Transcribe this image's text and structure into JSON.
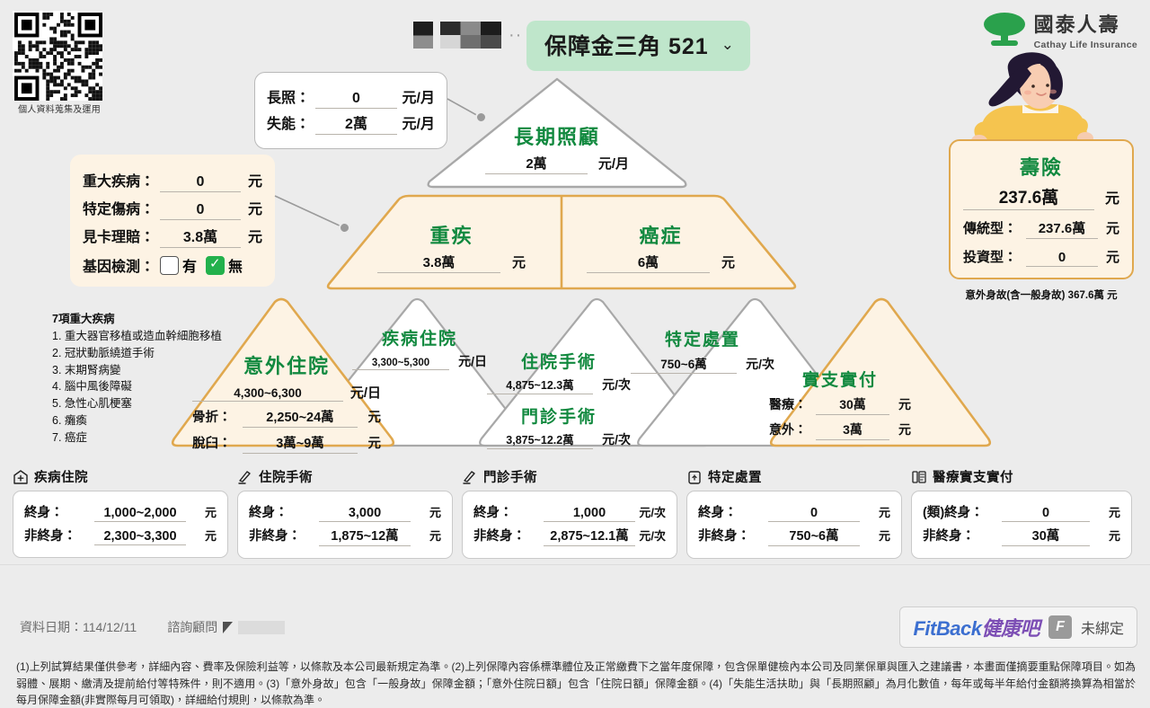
{
  "header": {
    "qr_caption": "個人資料蒐集及運用",
    "title": "保障金三角 521",
    "chevron": "⌄",
    "brand_cn": "國泰人壽",
    "brand_en": "Cathay Life Insurance"
  },
  "ltc_box": {
    "rows": [
      {
        "label": "長照：",
        "value": "0",
        "unit": "元/月"
      },
      {
        "label": "失能：",
        "value": "2萬",
        "unit": "元/月"
      }
    ]
  },
  "ci_box": {
    "rows": [
      {
        "label": "重大疾病：",
        "value": "0",
        "unit": "元"
      },
      {
        "label": "特定傷病：",
        "value": "0",
        "unit": "元"
      },
      {
        "label": "見卡理賠：",
        "value": "3.8萬",
        "unit": "元"
      }
    ],
    "checkbox_label": "基因檢測：",
    "option_yes": "有",
    "option_no": "無",
    "yes_checked": false,
    "no_checked": true
  },
  "ci_list": {
    "title": "7項重大疾病",
    "items": [
      "1. 重大器官移植或造血幹細胞移植",
      "2. 冠狀動脈繞道手術",
      "3. 末期腎病變",
      "4. 腦中風後障礙",
      "5. 急性心肌梗塞",
      "6. 癱瘓",
      "7. 癌症"
    ]
  },
  "life_box": {
    "title": "壽險",
    "total_value": "237.6萬",
    "total_unit": "元",
    "rows": [
      {
        "label": "傳統型：",
        "value": "237.6萬",
        "unit": "元"
      },
      {
        "label": "投資型：",
        "value": "0",
        "unit": "元"
      }
    ],
    "note": "意外身故(含一般身故) 367.6萬 元"
  },
  "pyramid": {
    "apex": {
      "label": "長期照顧",
      "value": "2萬",
      "unit": "元/月"
    },
    "mid_left": {
      "label": "重疾",
      "value": "3.8萬",
      "unit": "元"
    },
    "mid_right": {
      "label": "癌症",
      "value": "6萬",
      "unit": "元"
    },
    "accident_hosp": {
      "label": "意外住院",
      "value": "4,300~6,300",
      "unit": "元/日",
      "rows": [
        {
          "label": "骨折：",
          "value": "2,250~24萬",
          "unit": "元"
        },
        {
          "label": "脫臼：",
          "value": "3萬~9萬",
          "unit": "元"
        }
      ]
    },
    "disease_hosp": {
      "label": "疾病住院",
      "value": "3,300~5,300",
      "unit": "元/日"
    },
    "inpatient_surgery": {
      "label": "住院手術",
      "value": "4,875~12.3萬",
      "unit": "元/次"
    },
    "outpatient_surgery": {
      "label": "門診手術",
      "value": "3,875~12.2萬",
      "unit": "元/次"
    },
    "special_treatment": {
      "label": "特定處置",
      "value": "750~6萬",
      "unit": "元/次"
    },
    "reimbursement": {
      "label": "實支實付",
      "rows": [
        {
          "label": "醫療：",
          "value": "30萬",
          "unit": "元"
        },
        {
          "label": "意外：",
          "value": "3萬",
          "unit": "元"
        }
      ]
    }
  },
  "cards": [
    {
      "icon": "hospital-icon",
      "title": "疾病住院",
      "rows": [
        {
          "label": "終身：",
          "value": "1,000~2,000",
          "unit": "元"
        },
        {
          "label": "非終身：",
          "value": "2,300~3,300",
          "unit": "元"
        }
      ]
    },
    {
      "icon": "scalpel-icon",
      "title": "住院手術",
      "rows": [
        {
          "label": "終身：",
          "value": "3,000",
          "unit": "元"
        },
        {
          "label": "非終身：",
          "value": "1,875~12萬",
          "unit": "元"
        }
      ]
    },
    {
      "icon": "scalpel-icon",
      "title": "門診手術",
      "rows": [
        {
          "label": "終身：",
          "value": "1,000",
          "unit": "元/次"
        },
        {
          "label": "非終身：",
          "value": "2,875~12.1萬",
          "unit": "元/次"
        }
      ]
    },
    {
      "icon": "clipboard-icon",
      "title": "特定處置",
      "rows": [
        {
          "label": "終身：",
          "value": "0",
          "unit": "元"
        },
        {
          "label": "非終身：",
          "value": "750~6萬",
          "unit": "元"
        }
      ]
    },
    {
      "icon": "receipt-icon",
      "title": "醫療實支實付",
      "rows": [
        {
          "label": "(類)終身：",
          "value": "0",
          "unit": "元"
        },
        {
          "label": "非終身：",
          "value": "30萬",
          "unit": "元"
        }
      ]
    }
  ],
  "footer": {
    "data_date_label": "資料日期：114/12/11",
    "advisor_label": "諮詢顧問",
    "fitback_name": "FitBack",
    "fitback_cn": "健康吧",
    "fitback_mark": "F",
    "fitback_status": "未綁定"
  },
  "disclaimer": "(1)上列試算結果僅供參考，詳細內容、費率及保險利益等，以條款及本公司最新規定為準。(2)上列保障內容係標準體位及正常繳費下之當年度保障，包含保單健檢內本公司及同業保單與匯入之建議書，本畫面僅摘要重點保障項目。如為弱體、展期、繳清及提前給付等特殊件，則不適用。(3)「意外身故」包含「一般身故」保障金額；「意外住院日額」包含「住院日額」保障金額。(4)「失能生活扶助」與「長期照顧」為月化數值，每年或每半年給付金額將換算為相當於每月保障金額(非實際每月可領取)，詳細給付規則，以條款為準。",
  "colors": {
    "accent_green": "#11893f",
    "badge_green": "#bfe6cb",
    "pyramid_orange": "#e0a84e",
    "pyramid_cream": "#fdf3e4",
    "page_bg": "#ececec"
  }
}
